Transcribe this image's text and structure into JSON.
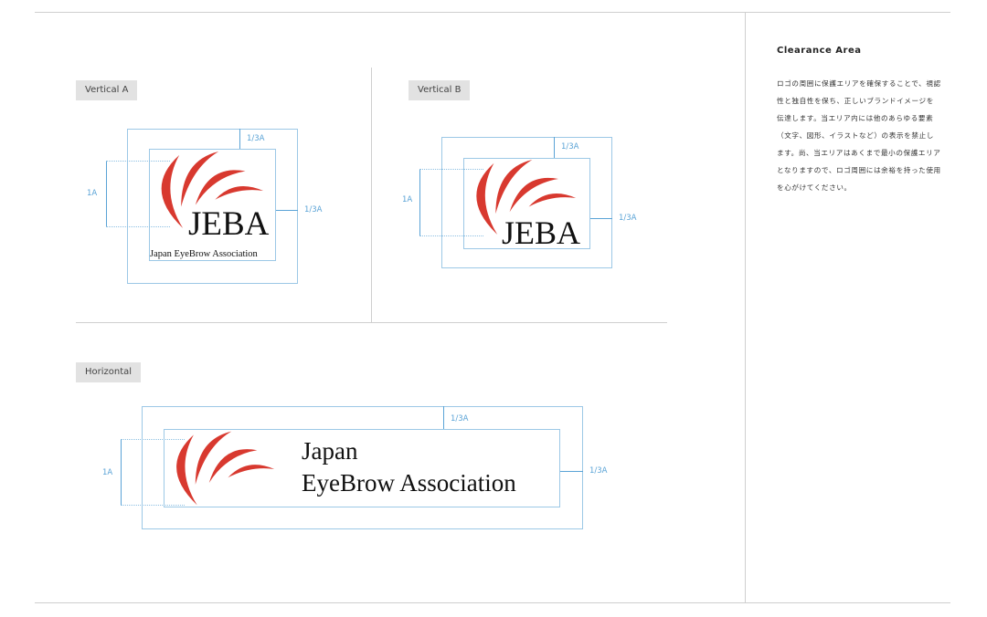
{
  "sidebar": {
    "title": "Clearance Area",
    "body": "ロゴの周囲に保護エリアを確保することで、視認性と独自性を保ち、正しいブランドイメージを伝達します。当エリア内には他のあらゆる要素（文字、図形、イラストなど）の表示を禁止します。尚、当エリアはあくまで最小の保護エリアとなりますので、ロゴ周囲には余裕を持った使用を心がけてください。"
  },
  "sections": {
    "vertical_a": {
      "label": "Vertical A",
      "logo_main": "JEBA",
      "logo_sub": "Japan EyeBrow Association",
      "margin": "1/3A",
      "height": "1A"
    },
    "vertical_b": {
      "label": "Vertical B",
      "logo_main": "JEBA",
      "margin": "1/3A",
      "height": "1A"
    },
    "horizontal": {
      "label": "Horizontal",
      "logo_line1": "Japan",
      "logo_line2": "EyeBrow Association",
      "margin": "1/3A",
      "height": "1A"
    }
  },
  "colors": {
    "logo_red": "#d8392f",
    "guide_blue": "#5aa3d6"
  }
}
